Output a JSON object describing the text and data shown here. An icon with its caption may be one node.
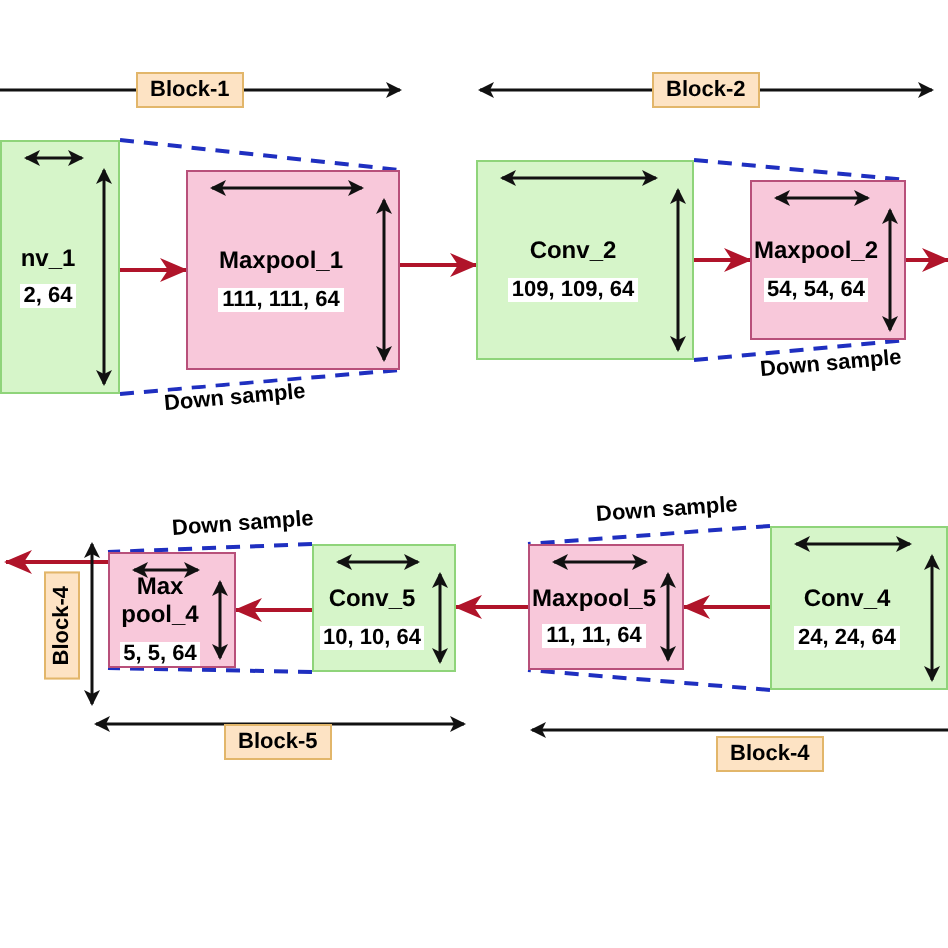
{
  "diagram": {
    "nodes": [
      {
        "text": [
          "nv_1",
          "2, 64"
        ]
      },
      {
        "text": [
          "Maxpool_1",
          "111, 111, 64"
        ]
      },
      {
        "text": [
          "Conv_2",
          "109, 109, 64"
        ]
      },
      {
        "text": [
          "Maxpool_2",
          "54, 54, 64"
        ]
      },
      {
        "text": [
          "Max pool_4",
          "5, 5, 64"
        ]
      },
      {
        "text": [
          "Conv_5",
          "10, 10, 64"
        ]
      },
      {
        "text": [
          "Maxpool_5",
          "11, 11, 64"
        ]
      },
      {
        "text": [
          "Conv_4",
          "24, 24, 64"
        ]
      }
    ],
    "edges": [
      {
        "from": 0,
        "to": 1,
        "arrow": "to",
        "color": "#b0142a"
      },
      {
        "from": 1,
        "to": 2,
        "arrow": "to",
        "color": "#b0142a"
      },
      {
        "from": 2,
        "to": 3,
        "arrow": "to",
        "color": "#b0142a"
      },
      {
        "from": 3,
        "to": null,
        "arrow": "to",
        "color": "#b0142a"
      },
      {
        "from": 7,
        "to": 6,
        "arrow": "to",
        "color": "#b0142a"
      },
      {
        "from": 6,
        "to": 5,
        "arrow": "to",
        "color": "#b0142a"
      },
      {
        "from": 5,
        "to": 4,
        "arrow": "to",
        "color": "#b0142a"
      },
      {
        "from": 4,
        "to": null,
        "arrow": "to",
        "color": "#b0142a"
      },
      {
        "from": 0,
        "to": 1,
        "arrow": "none",
        "style": "dashed",
        "color": "#1f2fc0"
      },
      {
        "from": 0,
        "to": 1,
        "arrow": "none",
        "style": "dashed",
        "color": "#1f2fc0",
        "label": "Down sample"
      },
      {
        "from": 2,
        "to": 3,
        "arrow": "none",
        "style": "dashed",
        "color": "#1f2fc0"
      },
      {
        "from": 2,
        "to": 3,
        "arrow": "none",
        "style": "dashed",
        "color": "#1f2fc0",
        "label": "Down sample"
      },
      {
        "from": 5,
        "to": 4,
        "arrow": "none",
        "style": "dashed",
        "color": "#1f2fc0",
        "label": "Down sample"
      },
      {
        "from": 5,
        "to": 4,
        "arrow": "none",
        "style": "dashed",
        "color": "#1f2fc0"
      },
      {
        "from": 7,
        "to": 6,
        "arrow": "none",
        "style": "dashed",
        "color": "#1f2fc0",
        "label": "Down sample"
      },
      {
        "from": 7,
        "to": 6,
        "arrow": "none",
        "style": "dashed",
        "color": "#1f2fc0"
      }
    ],
    "labels": [
      "Block-1",
      "Block-2",
      "Block-4",
      "Block-5",
      "Block-4"
    ]
  }
}
